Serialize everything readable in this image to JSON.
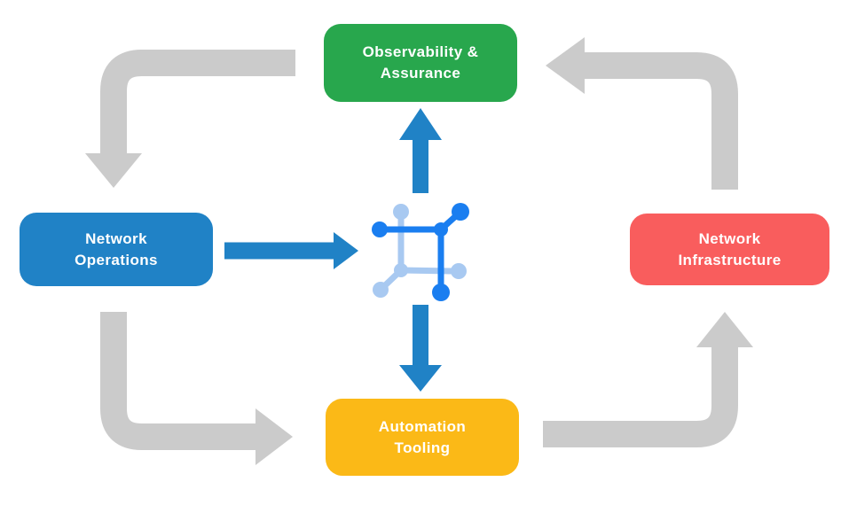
{
  "nodes": {
    "observability": {
      "label": "Observability &\nAssurance",
      "color": "#28A74D"
    },
    "network_operations": {
      "label": "Network\nOperations",
      "color": "#2082C6"
    },
    "network_infrastructure": {
      "label": "Network\nInfrastructure",
      "color": "#F95D5D"
    },
    "automation_tooling": {
      "label": "Automation\nTooling",
      "color": "#FBB917"
    }
  },
  "colors": {
    "cycle_arrow_gray": "#CBCBCB",
    "flow_arrow_blue": "#2082C6",
    "icon_dark_blue": "#1A7EF0",
    "icon_light_blue": "#A8C9F1",
    "label_text": "#FFFFFF",
    "background": "#FFFFFF"
  },
  "icons": {
    "center": "network-mesh-icon"
  }
}
